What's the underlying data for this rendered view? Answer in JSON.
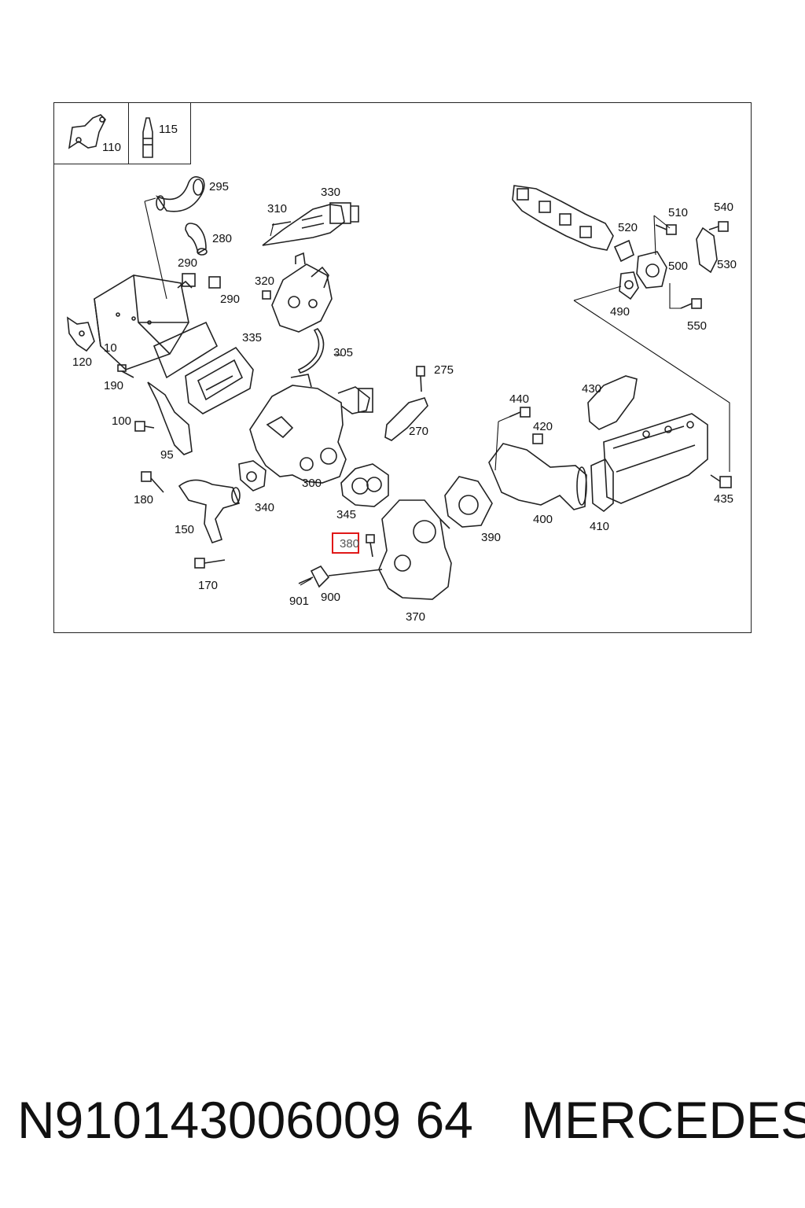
{
  "diagram": {
    "labels": {
      "l110": "110",
      "l115": "115",
      "l295": "295",
      "l280": "280",
      "l290a": "290",
      "l290b": "290",
      "l310": "310",
      "l330": "330",
      "l320": "320",
      "l305": "305",
      "l10": "10",
      "l335": "335",
      "l120": "120",
      "l190": "190",
      "l100": "100",
      "l95": "95",
      "l275": "275",
      "l270": "270",
      "l300": "300",
      "l340": "340",
      "l345": "345",
      "l180": "180",
      "l150": "150",
      "l170": "170",
      "l380": "380",
      "l901": "901",
      "l900": "900",
      "l370": "370",
      "l390": "390",
      "l400": "400",
      "l410": "410",
      "l420": "420",
      "l440": "440",
      "l430": "430",
      "l435": "435",
      "l490": "490",
      "l500": "500",
      "l510": "510",
      "l520": "520",
      "l530": "530",
      "l540": "540",
      "l550": "550"
    },
    "highlighted_label": "380",
    "highlight_color": "#e01818"
  },
  "footer": {
    "part_number": "N910143006009 64",
    "brand": "MERCEDES"
  }
}
